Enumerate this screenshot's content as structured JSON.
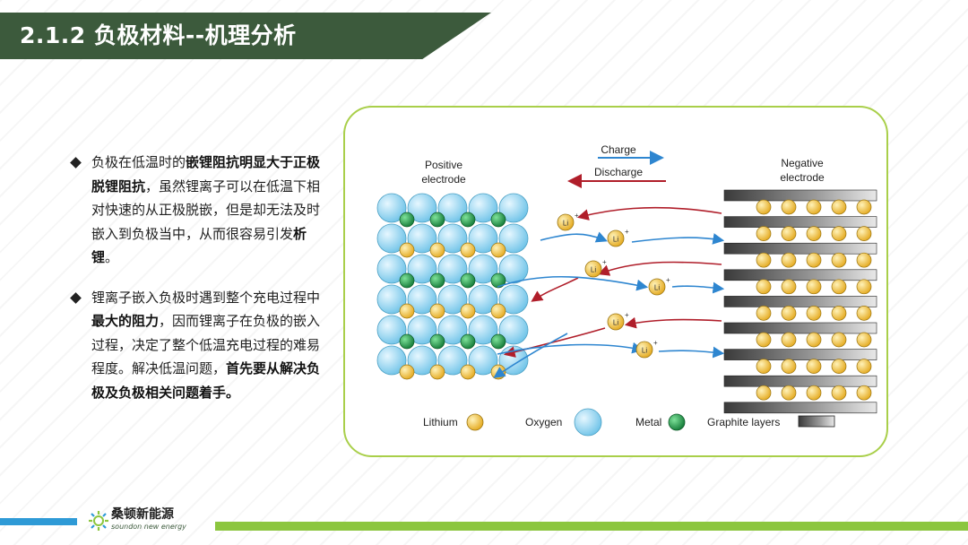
{
  "slide": {
    "title": "2.1.2 负极材料--机理分析"
  },
  "bullets": [
    {
      "segments": [
        {
          "text": "负极在低温时的",
          "bold": false
        },
        {
          "text": "嵌锂阻抗明显大于正极脱锂阻抗",
          "bold": true
        },
        {
          "text": "，虽然锂离子可以在低温下相对快速的从正极脱嵌，但是却无法及时嵌入到负极当中，从而很容易引发",
          "bold": false
        },
        {
          "text": "析锂",
          "bold": true
        },
        {
          "text": "。",
          "bold": false
        }
      ]
    },
    {
      "segments": [
        {
          "text": "锂离子嵌入负极时遇到整个充电过程中",
          "bold": false
        },
        {
          "text": "最大的阻力",
          "bold": true
        },
        {
          "text": "，因而锂离子在负极的嵌入过程，决定了整个低温充电过程的难易程度。解决低温问题，",
          "bold": false
        },
        {
          "text": "首先要从解决负极及负极相关问题着手。",
          "bold": true
        }
      ]
    }
  ],
  "diagram": {
    "positive_label_line1": "Positive",
    "positive_label_line2": "electrode",
    "negative_label_line1": "Negative",
    "negative_label_line2": "electrode",
    "charge_label": "Charge",
    "discharge_label": "Discharge",
    "ion_label": "Li",
    "ion_charge": "+",
    "legend": {
      "lithium": "Lithium",
      "oxygen": "Oxygen",
      "metal": "Metal",
      "graphite": "Graphite layers"
    },
    "colors": {
      "lithium": "#f2c230",
      "oxygen": "#8fd3f0",
      "metal": "#1e9a4a",
      "charge_arrow": "#2e86d0",
      "discharge_arrow": "#b01e2a",
      "graphite_layer": "#555555"
    }
  },
  "logo": {
    "name": "桑顿新能源",
    "subtitle": "soundon new energy"
  }
}
